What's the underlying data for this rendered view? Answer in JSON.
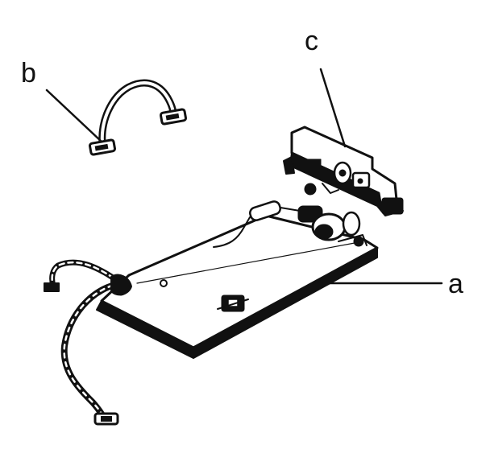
{
  "diagram": {
    "callouts": [
      {
        "id": "a",
        "label": "a"
      },
      {
        "id": "b",
        "label": "b"
      },
      {
        "id": "c",
        "label": "c"
      }
    ],
    "colors": {
      "ink": "#111111",
      "paper": "#ffffff"
    }
  }
}
